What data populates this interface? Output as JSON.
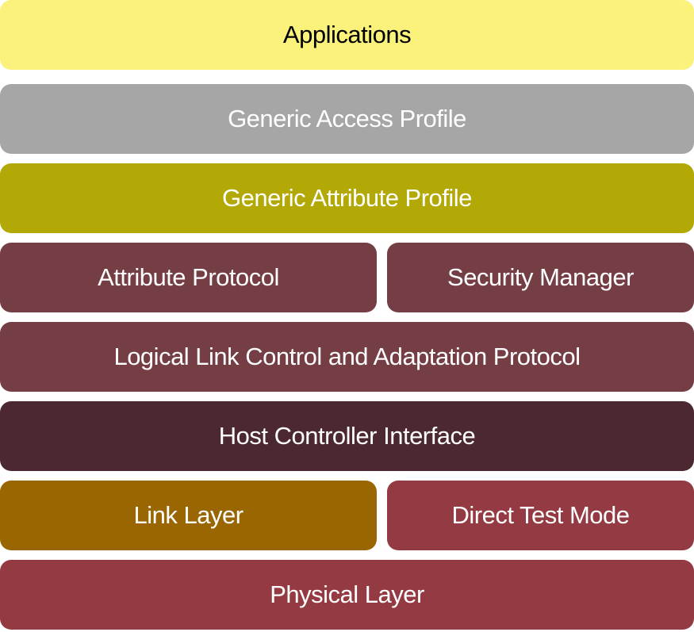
{
  "layers": {
    "applications": {
      "label": "Applications",
      "color": "#faf27a",
      "text_color": "#000000"
    },
    "gap": {
      "label": "Generic Access Profile",
      "color": "#a6a6a6",
      "text_color": "#ffffff"
    },
    "gatt": {
      "label": "Generic Attribute Profile",
      "color": "#b2a806",
      "text_color": "#ffffff"
    },
    "att": {
      "label": "Attribute Protocol",
      "color": "#753e45",
      "text_color": "#ffffff"
    },
    "sm": {
      "label": "Security Manager",
      "color": "#753e45",
      "text_color": "#ffffff"
    },
    "l2cap": {
      "label": "Logical Link Control and Adaptation Protocol",
      "color": "#753e45",
      "text_color": "#ffffff"
    },
    "hci": {
      "label": "Host Controller Interface",
      "color": "#4c2930",
      "text_color": "#ffffff"
    },
    "ll": {
      "label": "Link Layer",
      "color": "#9a6602",
      "text_color": "#ffffff"
    },
    "dtm": {
      "label": "Direct Test Mode",
      "color": "#943a42",
      "text_color": "#ffffff"
    },
    "phy": {
      "label": "Physical Layer",
      "color": "#943a42",
      "text_color": "#ffffff"
    }
  }
}
